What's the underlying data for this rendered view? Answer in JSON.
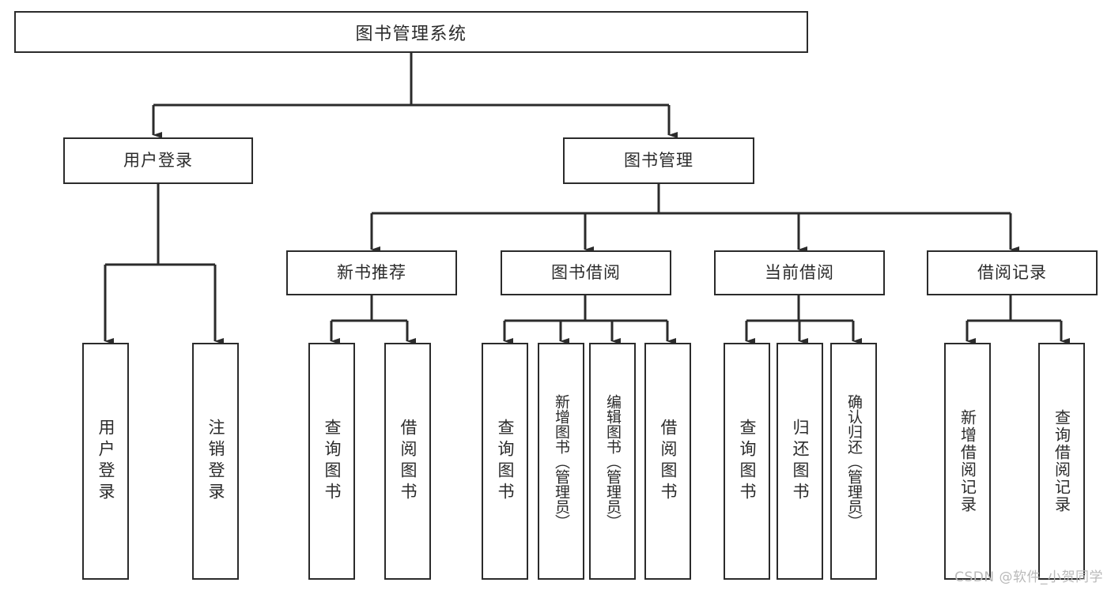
{
  "diagram": {
    "title": "图书管理系统",
    "type": "tree-hierarchy",
    "watermark": "CSDN @软件_小贺同学",
    "colors": {
      "stroke": "#2b2b2b",
      "fill": "#ffffff",
      "text": "#2b2b2b",
      "watermark": "#b9b9b9"
    },
    "root": {
      "label": "图书管理系统"
    },
    "level2": [
      {
        "label": "用户登录"
      },
      {
        "label": "图书管理"
      }
    ],
    "level3": [
      {
        "label": "新书推荐"
      },
      {
        "label": "图书借阅"
      },
      {
        "label": "当前借阅"
      },
      {
        "label": "借阅记录"
      }
    ],
    "leaves": {
      "user_login": [
        {
          "label": "用户登录"
        },
        {
          "label": "注销登录"
        }
      ],
      "new_book": [
        {
          "label": "查询图书"
        },
        {
          "label": "借阅图书"
        }
      ],
      "book_borrow": [
        {
          "label": "查询图书"
        },
        {
          "label": "新增图书（管理员）"
        },
        {
          "label": "编辑图书（管理员）"
        },
        {
          "label": "借阅图书"
        }
      ],
      "current_borrow": [
        {
          "label": "查询图书"
        },
        {
          "label": "归还图书"
        },
        {
          "label": "确认归还（管理员）"
        }
      ],
      "borrow_record": [
        {
          "label": "新增借阅记录"
        },
        {
          "label": "查询借阅记录"
        }
      ]
    }
  }
}
